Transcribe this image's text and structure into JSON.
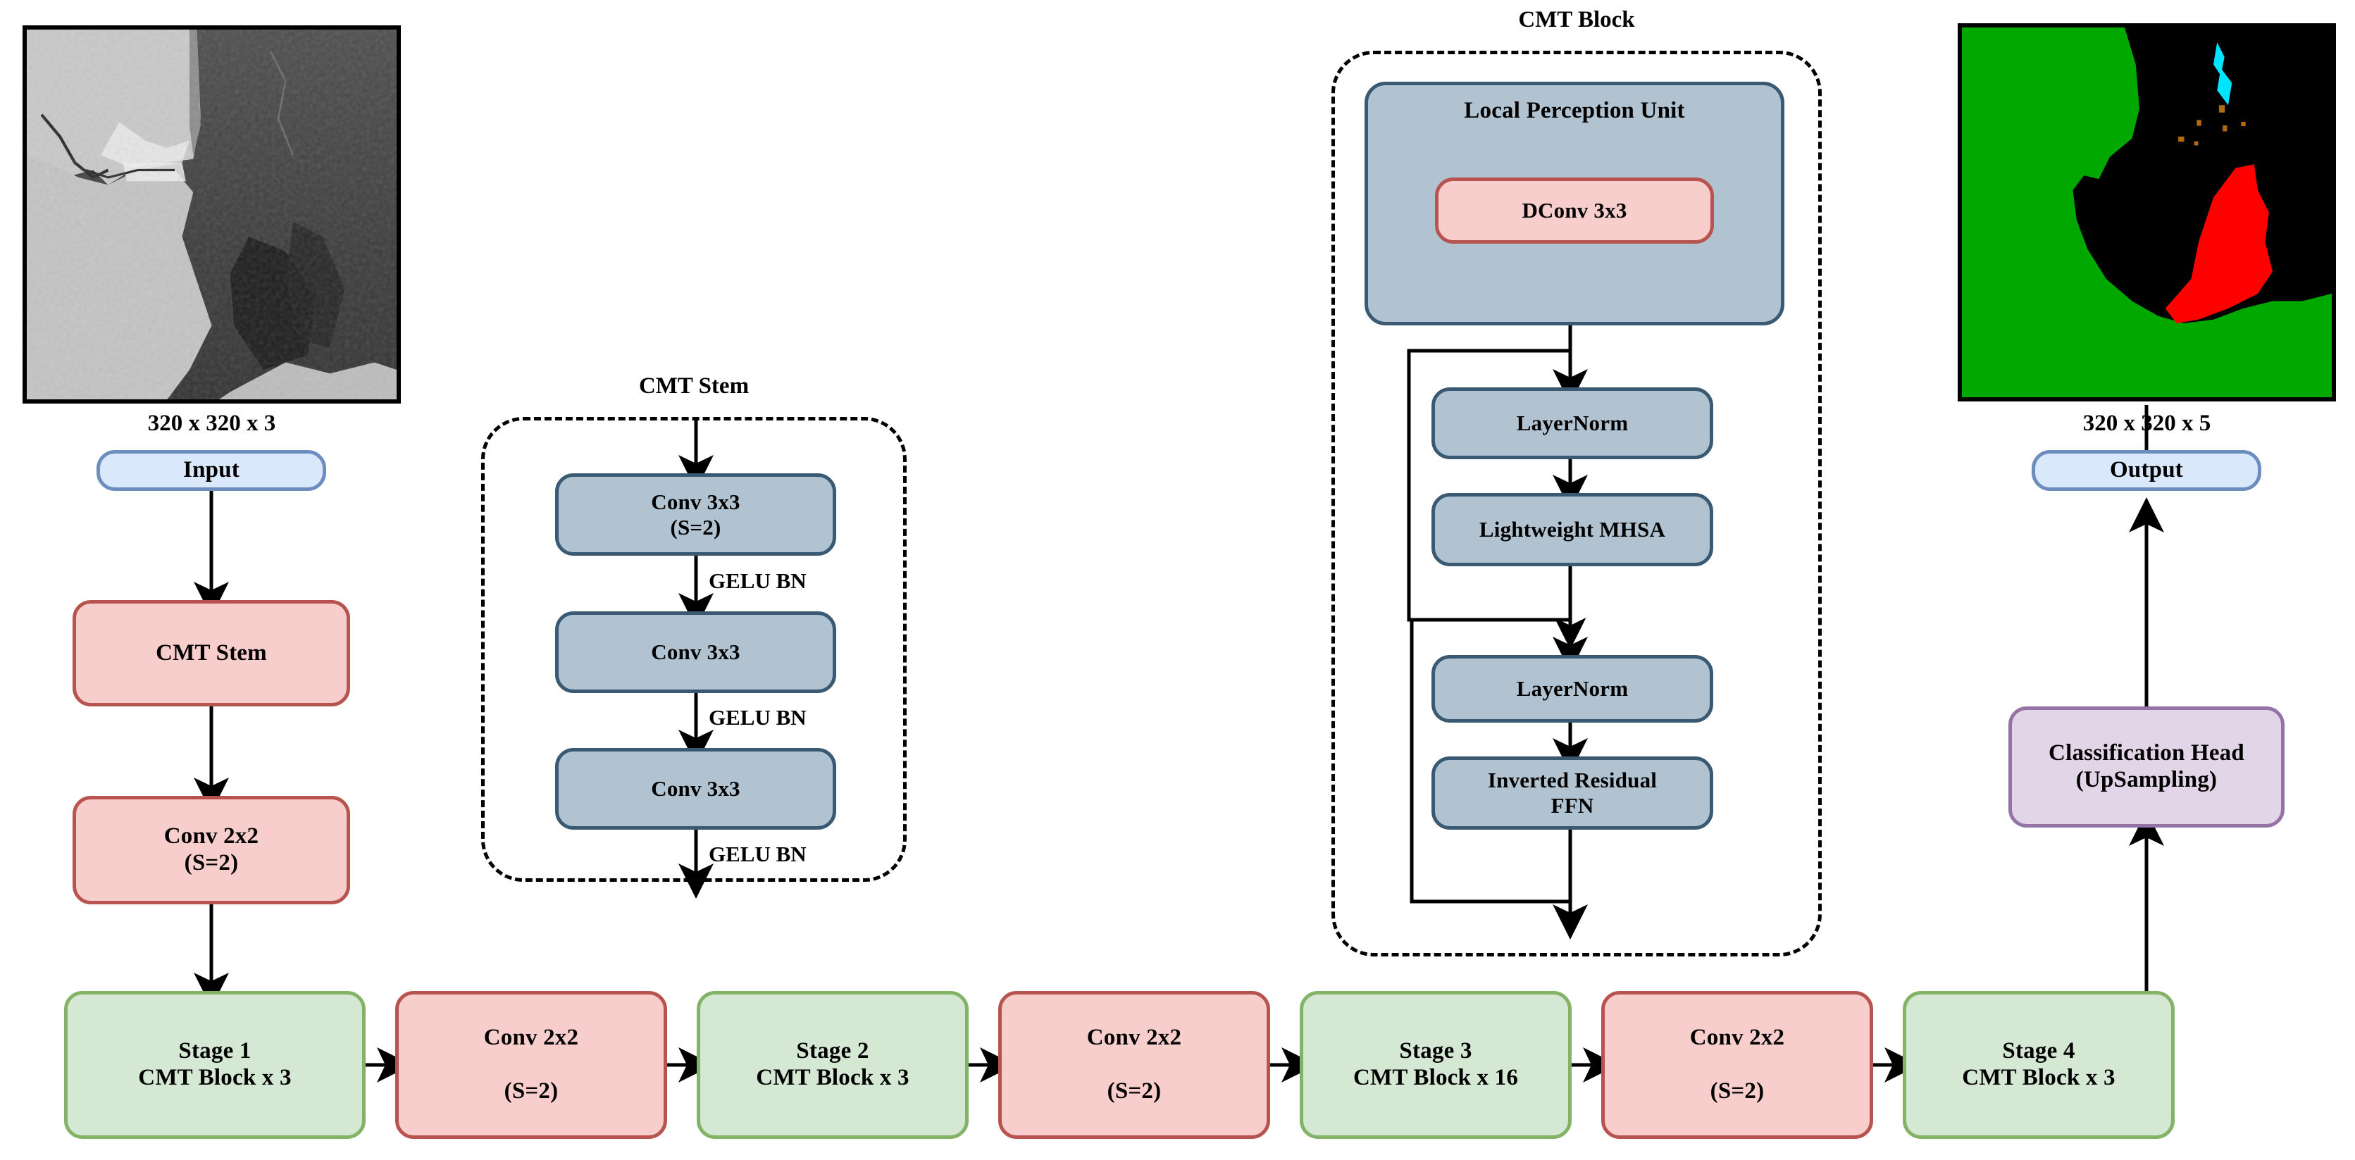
{
  "diagram": {
    "title": "CMT network architecture for SAR image segmentation",
    "colors": {
      "blue_fill": "#DAE8FC",
      "blue_border": "#6C8EBF",
      "pink_fill": "#F8CECC",
      "pink_border": "#B85450",
      "green_fill": "#D5E8D4",
      "green_border": "#82B366",
      "gray_fill": "#B1C3D0",
      "gray_border": "#3A5A74",
      "purple_fill": "#E1D5E7",
      "purple_border": "#9673A6",
      "arrow": "#000000",
      "seg_land": "#00A800",
      "seg_background": "#000000",
      "seg_oil": "#FF0000",
      "seg_lookalike": "#00E5FF",
      "seg_ship": "#B06A10"
    }
  },
  "input_column": {
    "image_caption": "320 x 320 x 3",
    "image_alt": "SAR grayscale image of coastline with dark oil spill",
    "nodes": {
      "input": "Input",
      "cmt_stem": "CMT Stem",
      "conv2x2_line1": "Conv 2x2",
      "conv2x2_line2": "(S=2)"
    }
  },
  "cmt_stem_group": {
    "title": "CMT Stem",
    "nodes": [
      {
        "line1": "Conv 3x3",
        "line2": "(S=2)"
      },
      {
        "line1": "Conv 3x3",
        "line2": ""
      },
      {
        "line1": "Conv 3x3",
        "line2": ""
      }
    ],
    "edge_labels": [
      "GELU BN",
      "GELU BN",
      "GELU BN"
    ]
  },
  "cmt_block_group": {
    "title": "CMT Block",
    "lpu": {
      "title": "Local Perception Unit",
      "inner": "DConv 3x3"
    },
    "nodes": [
      {
        "line1": "LayerNorm",
        "line2": ""
      },
      {
        "line1": "Lightweight MHSA",
        "line2": ""
      },
      {
        "line1": "LayerNorm",
        "line2": ""
      },
      {
        "line1": "Inverted Residual",
        "line2": "FFN"
      }
    ]
  },
  "output_column": {
    "image_caption": "320 x 320 x 5",
    "image_alt": "Segmentation mask: green land, black sea, red oil spill, cyan look-alike, brown ships",
    "nodes": {
      "output": "Output",
      "head_line1": "Classification Head",
      "head_line2": "(UpSampling)"
    }
  },
  "pipeline": {
    "nodes": [
      {
        "type": "stage",
        "line1": "Stage 1",
        "line2": "CMT Block x 3"
      },
      {
        "type": "conv",
        "line1": "Conv 2x2",
        "line2": "(S=2)"
      },
      {
        "type": "stage",
        "line1": "Stage 2",
        "line2": "CMT Block x 3"
      },
      {
        "type": "conv",
        "line1": "Conv 2x2",
        "line2": "(S=2)"
      },
      {
        "type": "stage",
        "line1": "Stage 3",
        "line2": "CMT Block x 16"
      },
      {
        "type": "conv",
        "line1": "Conv 2x2",
        "line2": "(S=2)"
      },
      {
        "type": "stage",
        "line1": "Stage 4",
        "line2": "CMT Block x 3"
      }
    ]
  }
}
